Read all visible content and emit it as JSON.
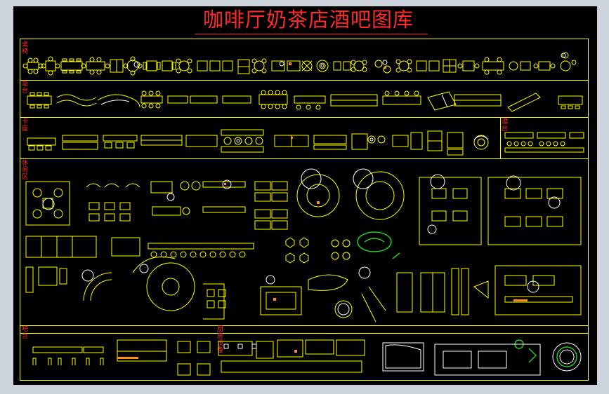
{
  "sheet": {
    "title": "咖啡厅奶茶店酒吧图库",
    "sections": {
      "tables_chairs": "桌椅",
      "island": "岛台",
      "booth": "卡座",
      "bar_counter": "酒台",
      "leisure": "休闲区",
      "bar": "吧台",
      "kitchen": "厨房设备"
    }
  },
  "colors": {
    "outer_background": "#cdd3da",
    "canvas_background": "#000000",
    "frame_lines": "#ffff00",
    "title_text": "#ff2a2a",
    "section_labels": "#ff2a2a",
    "furniture_yellow": "#ffff00",
    "furniture_white": "#ffffff",
    "furniture_orange": "#ff8c1a",
    "plants_green": "#22cc22",
    "plants_gray": "#aaaaaa"
  }
}
